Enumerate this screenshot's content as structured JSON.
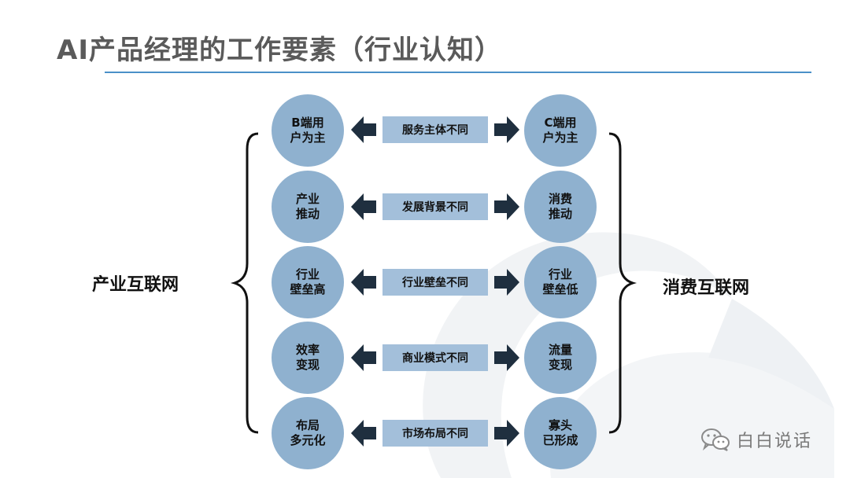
{
  "title": "AI产品经理的工作要素（行业认知）",
  "left_label": "产业互联网",
  "right_label": "消费互联网",
  "rows": [
    {
      "left": [
        "B端用",
        "户为主"
      ],
      "middle": "服务主体不同",
      "right": [
        "C端用",
        "户为主"
      ]
    },
    {
      "left": [
        "产业",
        "推动"
      ],
      "middle": "发展背景不同",
      "right": [
        "消费",
        "推动"
      ]
    },
    {
      "left": [
        "行业",
        "壁垒高"
      ],
      "middle": "行业壁垒不同",
      "right": [
        "行业",
        "壁垒低"
      ]
    },
    {
      "left": [
        "效率",
        "变现"
      ],
      "middle": "商业模式不同",
      "right": [
        "流量",
        "变现"
      ]
    },
    {
      "left": [
        "布局",
        "多元化"
      ],
      "middle": "市场布局不同",
      "right": [
        "寡头",
        "已形成"
      ]
    }
  ],
  "watermark_text": "白白说话",
  "colors": {
    "circle": "#8fb1cf",
    "middle_box": "#a3bfda",
    "arrow": "#1f2f3f",
    "title_rule": "#4a90c8"
  }
}
